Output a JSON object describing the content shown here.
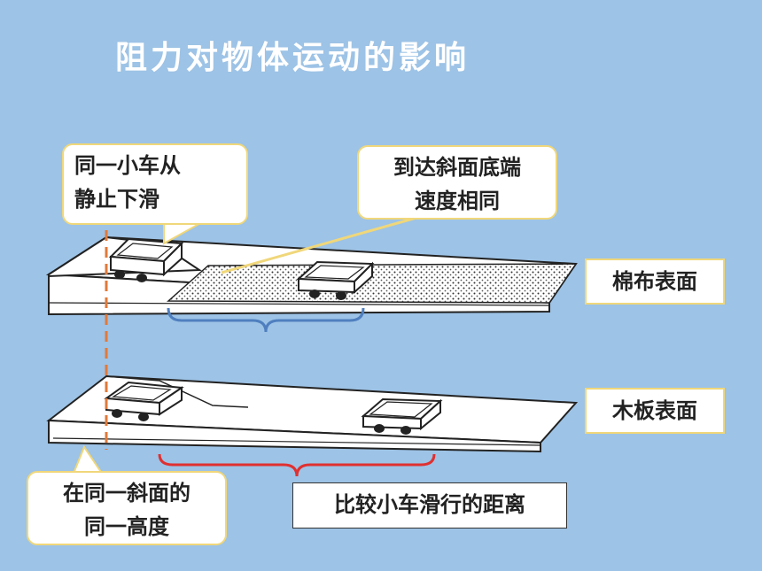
{
  "title": "阻力对物体运动的影响",
  "callouts": {
    "same_car_line1": "同一小车从",
    "same_car_line2": "静止下滑",
    "same_speed_line1": "到达斜面底端",
    "same_speed_line2": "速度相同",
    "same_height_line1": "在同一斜面的",
    "same_height_line2": "同一高度"
  },
  "surfaces": {
    "cotton": "棉布表面",
    "wood": "木板表面"
  },
  "compare": "比较小车滑行的距离",
  "colors": {
    "background": "#9dc3e6",
    "callout_border": "#f0d77a",
    "dashed_line": "#e07a3a",
    "brace_blue": "#4f7fbf",
    "brace_red": "#e03030"
  }
}
